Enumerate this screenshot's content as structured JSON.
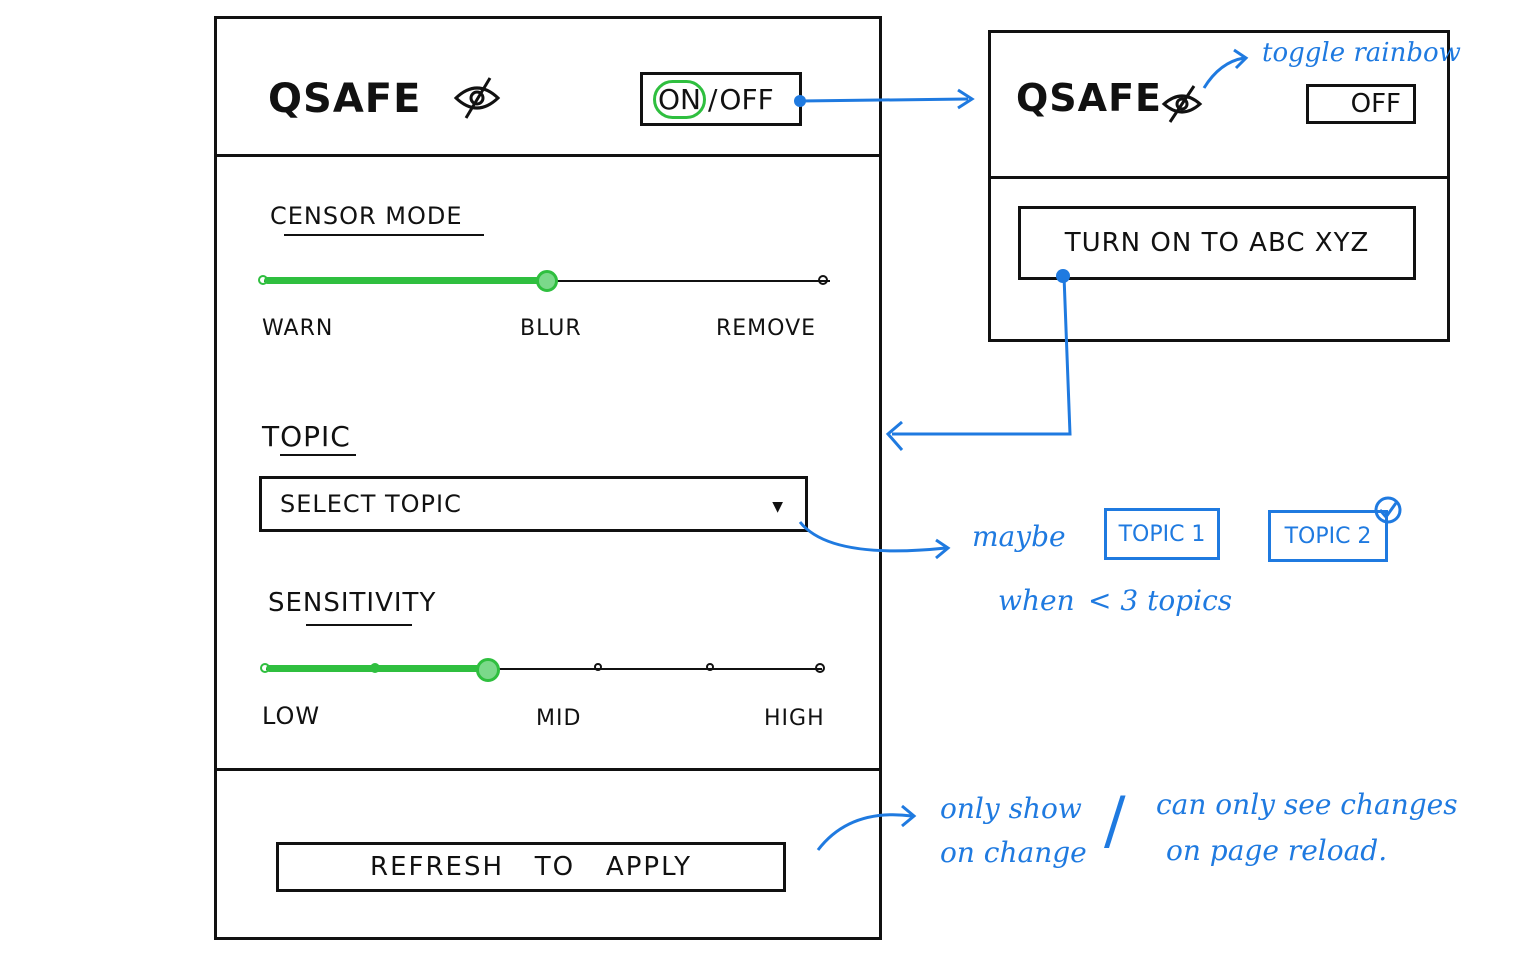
{
  "main_panel": {
    "brand": "QSAFE",
    "toggle": {
      "on_label": "ON",
      "separator": "/",
      "off_label": "OFF"
    },
    "censor_mode": {
      "title": "CENSOR MODE",
      "labels": [
        "WARN",
        "BLUR",
        "REMOVE"
      ],
      "value_fraction": 0.5
    },
    "topic": {
      "title": "TOPIC",
      "placeholder": "SELECT TOPIC"
    },
    "sensitivity": {
      "title": "SENSITIVITY",
      "labels": [
        "LOW",
        "MID",
        "HIGH"
      ],
      "value_fraction": 0.4
    },
    "refresh_button": "REFRESH   TO   APPLY"
  },
  "off_panel": {
    "brand": "QSAFE",
    "toggle_label": "OFF",
    "turn_on_button": "TURN ON TO ABC XYZ"
  },
  "annotations": {
    "toggle_rainbow": "toggle rainbow",
    "maybe": "maybe",
    "when": "when",
    "lt3": "< 3 topics",
    "topic_chip_1": "TOPIC 1",
    "topic_chip_2": "TOPIC 2",
    "only_show_1": "only show",
    "only_show_2": "on change",
    "slash": "/",
    "reload_1": "can only see changes",
    "reload_2": "on page reload."
  },
  "colors": {
    "ink": "#111111",
    "accent_green": "#2fbf3f",
    "note_blue": "#1f7ae0"
  }
}
